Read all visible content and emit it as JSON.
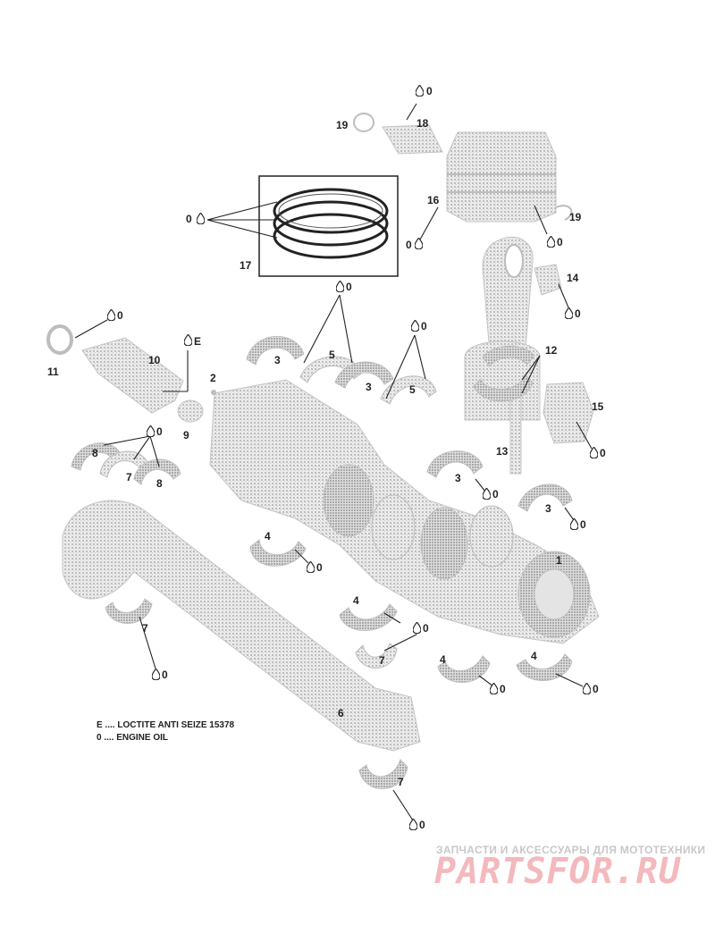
{
  "colors": {
    "line": "#222222",
    "part_fill": "#dcdcdc",
    "part_stroke": "#bdbdbd",
    "watermark_red": "#e6242c",
    "watermark_gray": "#c8c8c8"
  },
  "symbols": {
    "oil": "engine-oil-drop-icon",
    "loctite": "loctite-mark"
  },
  "legend": {
    "loctite": "E .... LOCTITE ANTI SEIZE 15378",
    "engine_oil": "0 .... ENGINE OIL"
  },
  "watermark": {
    "tagline": "ЗАПЧАСТИ И АКСЕССУАРЫ ДЛЯ МОТОТЕХНИКИ",
    "logo": "PARTSFOR.RU"
  },
  "callouts": {
    "part_1": "1",
    "part_2": "2",
    "part_3": "3",
    "part_4": "4",
    "part_5": "5",
    "part_6": "6",
    "part_7": "7",
    "part_8": "8",
    "part_9": "9",
    "part_10": "10",
    "part_11": "11",
    "part_12": "12",
    "part_13": "13",
    "part_14": "14",
    "part_15": "15",
    "part_16": "16",
    "part_17": "17",
    "part_18": "18",
    "part_19": "19",
    "oil_mark": "0",
    "loctite_mark": "E"
  }
}
